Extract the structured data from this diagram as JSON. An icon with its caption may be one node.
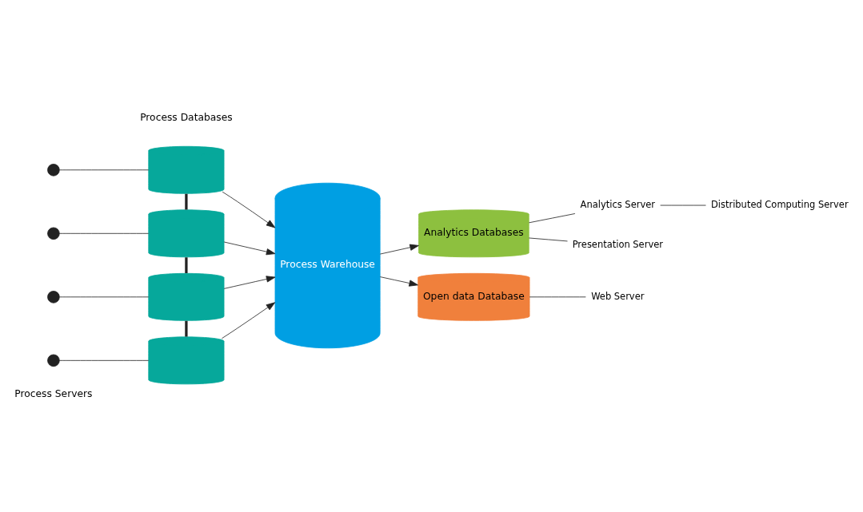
{
  "diagram": {
    "nodes": [
      {
        "text": [],
        "shape": "circle"
      },
      {
        "text": [],
        "shape": "circle"
      },
      {
        "text": [],
        "shape": "circle"
      },
      {
        "text": [],
        "shape": "circle"
      },
      {
        "text": [],
        "shape": "cylinder"
      },
      {
        "text": [],
        "shape": "cylinder"
      },
      {
        "text": [],
        "shape": "cylinder"
      },
      {
        "text": [],
        "shape": "cylinder"
      },
      {
        "text": [
          "Process Warehouse"
        ]
      },
      {
        "text": [
          "Analytics Databases"
        ]
      },
      {
        "text": [
          "Analytics Server"
        ]
      },
      {
        "text": [
          "Distributed Computing Server"
        ]
      },
      {
        "text": [
          "Presentation Server"
        ]
      },
      {
        "text": [
          "Open data Database"
        ]
      },
      {
        "text": [
          "Web Server"
        ]
      }
    ],
    "edges": [
      {
        "from": 0,
        "to": 4,
        "arrow": "none"
      },
      {
        "from": 1,
        "to": 5,
        "arrow": "none"
      },
      {
        "from": 2,
        "to": 6,
        "arrow": "none"
      },
      {
        "from": 3,
        "to": 7,
        "arrow": "none"
      },
      {
        "from": 4,
        "to": 5,
        "arrow": "none",
        "style": "thick"
      },
      {
        "from": 5,
        "to": 6,
        "arrow": "none",
        "style": "thick"
      },
      {
        "from": 6,
        "to": 7,
        "arrow": "none",
        "style": "thick"
      },
      {
        "from": 4,
        "to": 8,
        "arrow": "to"
      },
      {
        "from": 5,
        "to": 8,
        "arrow": "to"
      },
      {
        "from": 6,
        "to": 8,
        "arrow": "to"
      },
      {
        "from": 7,
        "to": 8,
        "arrow": "to"
      },
      {
        "from": 8,
        "to": 9,
        "arrow": "to"
      },
      {
        "from": 8,
        "to": 13,
        "arrow": "to"
      },
      {
        "from": 9,
        "to": 10,
        "arrow": "none"
      },
      {
        "from": 10,
        "to": 11,
        "arrow": "none"
      },
      {
        "from": 9,
        "to": 12,
        "arrow": "none"
      },
      {
        "from": 13,
        "to": 14,
        "arrow": "none"
      }
    ],
    "labels": [
      "Process Servers",
      "Process Databases"
    ]
  }
}
